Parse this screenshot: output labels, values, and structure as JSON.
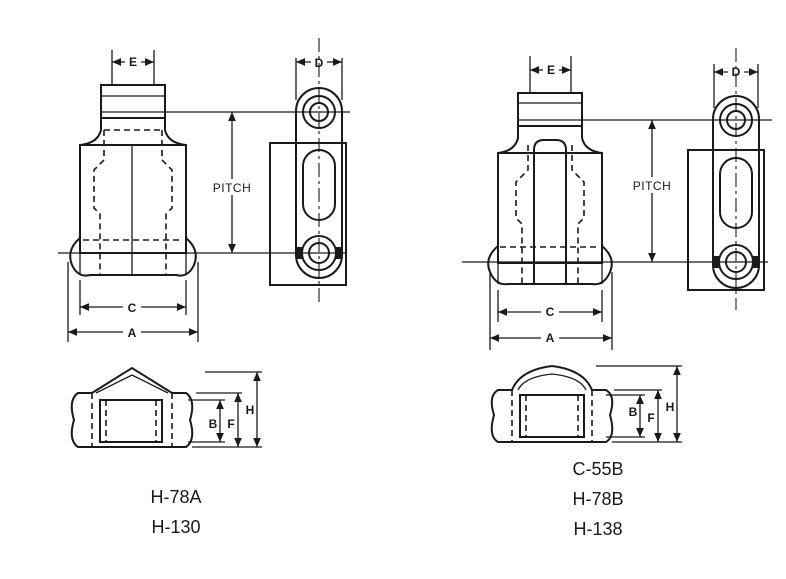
{
  "left_drawing": {
    "labels": {
      "e": "E",
      "d": "D",
      "pitch": "PITCH",
      "c": "C",
      "a": "A",
      "b": "B",
      "f": "F",
      "h": "H"
    },
    "captions": [
      "H-78A",
      "H-130"
    ]
  },
  "right_drawing": {
    "labels": {
      "e": "E",
      "d": "D",
      "pitch": "PITCH",
      "c": "C",
      "a": "A",
      "b": "B",
      "f": "F",
      "h": "H"
    },
    "captions": [
      "C-55B",
      "H-78B",
      "H-138"
    ]
  }
}
